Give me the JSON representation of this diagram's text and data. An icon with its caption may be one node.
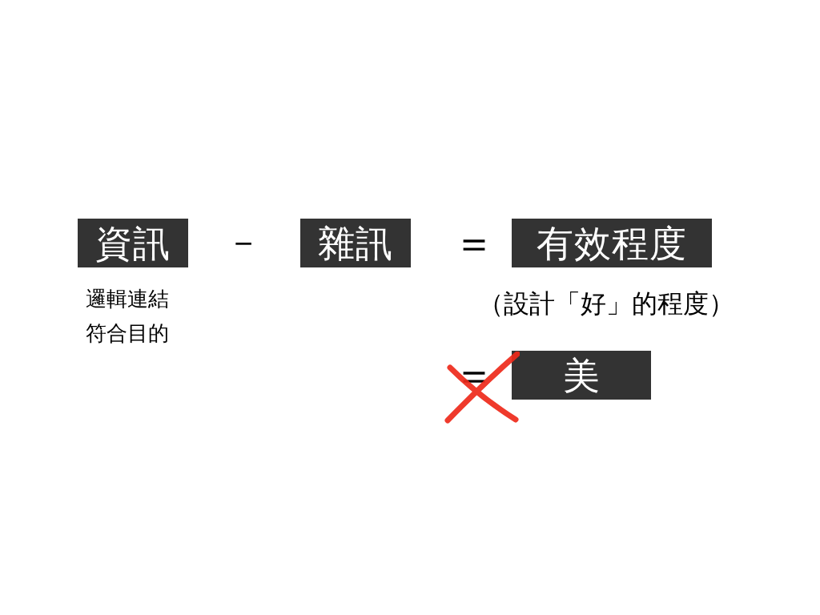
{
  "diagram": {
    "nodes": [
      {
        "text": [
          "資訊"
        ],
        "beside": [
          "邏輯連結",
          "符合目的"
        ]
      },
      {
        "text": [
          "雜訊"
        ]
      },
      {
        "text": [
          "有效程度"
        ],
        "beside": [
          "（設計「好」的程度）"
        ]
      },
      {
        "text": [
          "美"
        ]
      }
    ],
    "labels": [
      "－",
      "＝",
      "＝"
    ]
  }
}
